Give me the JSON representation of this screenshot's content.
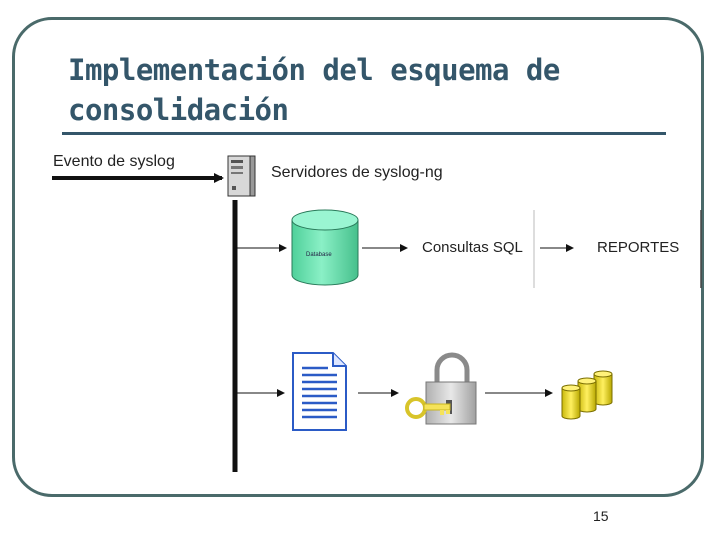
{
  "slide": {
    "title_line1": "Implementación del esquema de",
    "title_line2": "consolidación",
    "page_number": "15"
  },
  "diagram": {
    "event_label": "Evento de syslog",
    "servers_label": "Servidores de syslog-ng",
    "database_label": "Database",
    "queries_label": "Consultas SQL",
    "reports_label": "REPORTES"
  },
  "colors": {
    "frame": "#4a6a6a",
    "title": "#34566a",
    "database": "#66e0b0",
    "document": "#2b5bc6",
    "cylinders": "#f0e030",
    "key": "#f5e35a"
  }
}
